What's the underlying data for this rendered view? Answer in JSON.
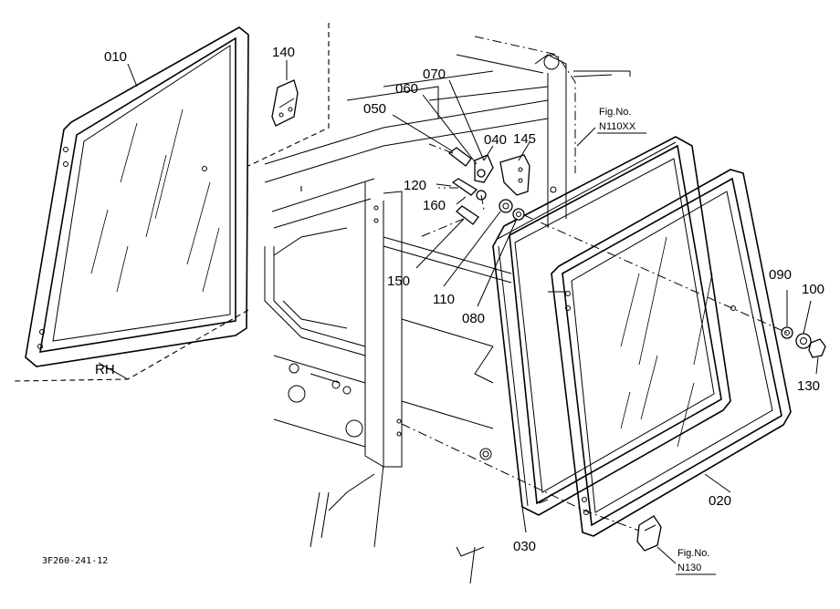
{
  "labels": {
    "p010": "010",
    "p140": "140",
    "p070": "070",
    "p060": "060",
    "p050": "050",
    "p040": "040",
    "p145": "145",
    "p120": "120",
    "p160": "160",
    "p150": "150",
    "p110": "110",
    "p080": "080",
    "p090": "090",
    "p100": "100",
    "p130": "130",
    "p020": "020",
    "p030": "030"
  },
  "side_label": "RH",
  "fig_ref_top": {
    "caption": "Fig.No.",
    "number": "N110XX"
  },
  "fig_ref_bottom": {
    "caption": "Fig.No.",
    "number": "N130"
  },
  "drawing_code": "3F260-241-12"
}
